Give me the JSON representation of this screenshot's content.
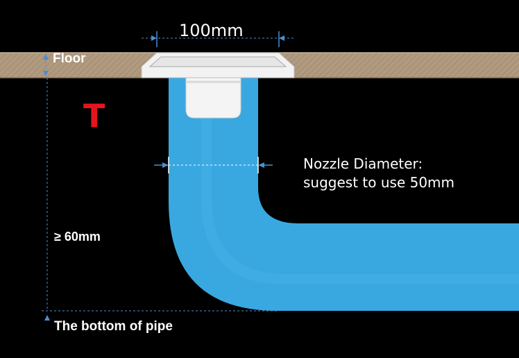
{
  "labels": {
    "drain_width": "100mm",
    "floor": "Floor",
    "t_symbol": "T",
    "nozzle_line1": "Nozzle Diameter:",
    "nozzle_line2": "suggest to use 50mm",
    "min_depth": "≥ 60mm",
    "pipe_bottom": "The bottom of pipe"
  },
  "colors": {
    "background": "#000000",
    "floor": "#b09a80",
    "pipe": "#3aa8e0",
    "drain_plate": "#f2f2f2",
    "dimension_lines": "#4a8fd0",
    "t_symbol": "#e8141b",
    "text": "#ffffff"
  }
}
